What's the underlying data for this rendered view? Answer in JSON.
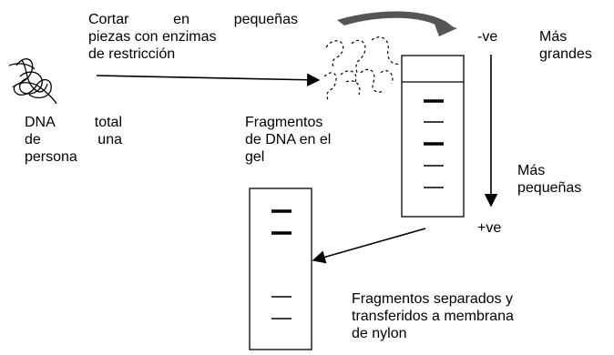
{
  "labels": {
    "cut_line1": [
      "Cortar",
      "en",
      "pequeñas"
    ],
    "cut_line2": "piezas con enzimas",
    "cut_line3": "de restricción",
    "total_dna_line1": [
      "DNA",
      "total"
    ],
    "total_dna_line2": [
      "de",
      "una"
    ],
    "total_dna_line3": "persona",
    "fragments_line1": "Fragmentos",
    "fragments_line2": "de DNA en el",
    "fragments_line3": "gel",
    "negative_pole": "-ve",
    "positive_pole": "+ve",
    "larger_line1": "Más",
    "larger_line2": "grandes",
    "smaller_line1": "Más",
    "smaller_line2": "pequeñas",
    "transfer_line1": "Fragmentos separados y",
    "transfer_line2": "transferidos a membrana",
    "transfer_line3": "de nylon"
  },
  "gel": {
    "band_weights": [
      "thick",
      "thin",
      "thick",
      "thin",
      "thin"
    ]
  },
  "membrane": {
    "band_weights": [
      "thick",
      "thick",
      "thin",
      "thin"
    ]
  },
  "colors": {
    "ink": "#000000",
    "curved_arrow_fill": "#555555",
    "background": "#ffffff"
  }
}
